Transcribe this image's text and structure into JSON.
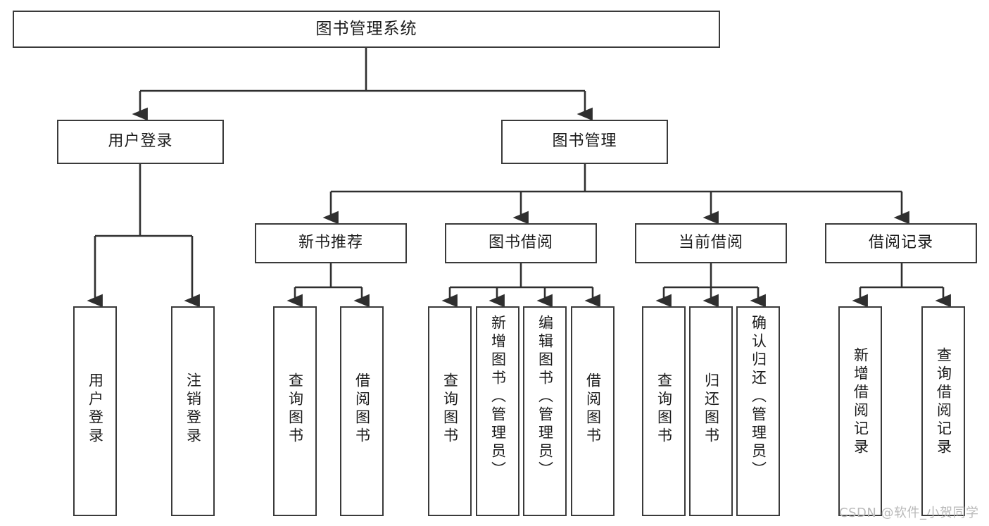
{
  "diagram": {
    "title": "图书管理系统",
    "type": "hierarchy-tree",
    "style": {
      "box_border": "#3a3a3a",
      "box_fill": "#ffffff",
      "edge_color": "#2f2f2f",
      "text_color": "#1b1b1b",
      "background": "#ffffff"
    },
    "root": {
      "label": "图书管理系统"
    },
    "level2": [
      {
        "label": "用户登录"
      },
      {
        "label": "图书管理"
      }
    ],
    "level3": [
      {
        "label": "新书推荐"
      },
      {
        "label": "图书借阅"
      },
      {
        "label": "当前借阅"
      },
      {
        "label": "借阅记录"
      }
    ],
    "leaves": {
      "user_login": [
        {
          "label": "用户登录"
        },
        {
          "label": "注销登录"
        }
      ],
      "new_book": [
        {
          "label": "查询图书"
        },
        {
          "label": "借阅图书"
        }
      ],
      "book_borrow": [
        {
          "label": "查询图书"
        },
        {
          "label": "新增图书（管理员）"
        },
        {
          "label": "编辑图书（管理员）"
        },
        {
          "label": "借阅图书"
        }
      ],
      "current_borrow": [
        {
          "label": "查询图书"
        },
        {
          "label": "归还图书"
        },
        {
          "label": "确认归还（管理员）"
        }
      ],
      "borrow_record": [
        {
          "label": "新增借阅记录"
        },
        {
          "label": "查询借阅记录"
        }
      ]
    }
  },
  "watermark": {
    "text": "CSDN @软件_小贺同学"
  }
}
